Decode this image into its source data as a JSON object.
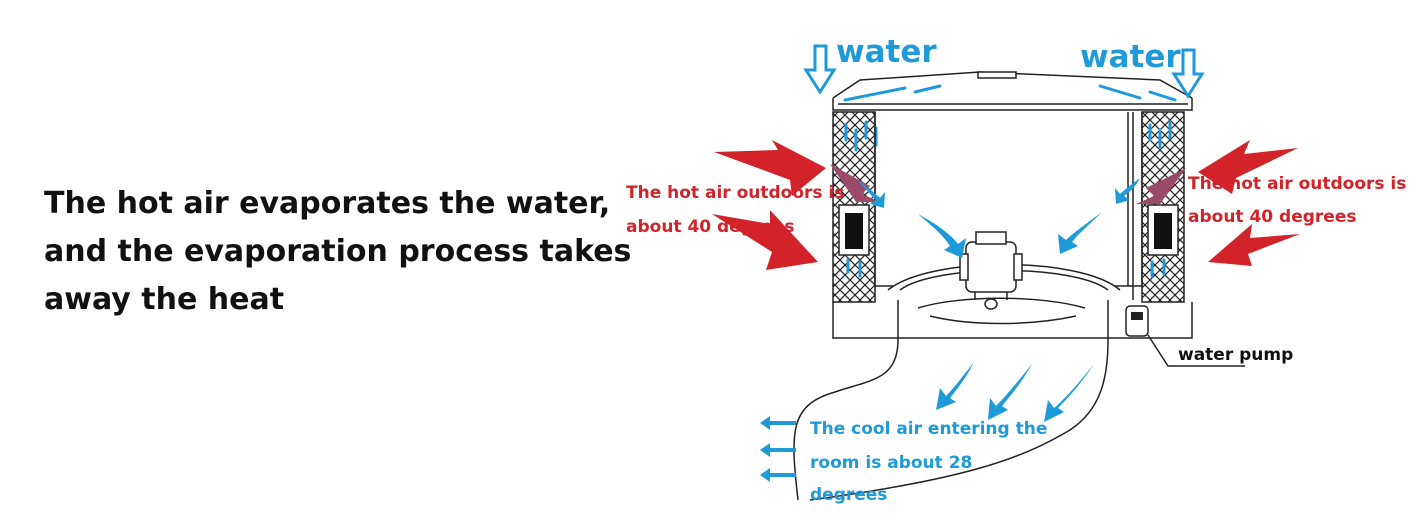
{
  "main_text": {
    "line1": "The hot air evaporates the water,",
    "line2": "and the evaporation process takes",
    "line3": "away the heat"
  },
  "labels": {
    "water_left": "water",
    "water_right": "water",
    "hot_air_left_1": "The hot air outdoors is",
    "hot_air_left_2": "about 40 degrees",
    "hot_air_right_1": "The hot air outdoors is",
    "hot_air_right_2": "about 40 degrees",
    "water_pump": "water pump",
    "cool_air_1": "The cool air entering the",
    "cool_air_2": "room is about 28",
    "cool_air_3": "degrees"
  },
  "colors": {
    "hot_air": "#d2232a",
    "water_and_cool_air": "#1f9ad8",
    "outline": "#222222"
  }
}
